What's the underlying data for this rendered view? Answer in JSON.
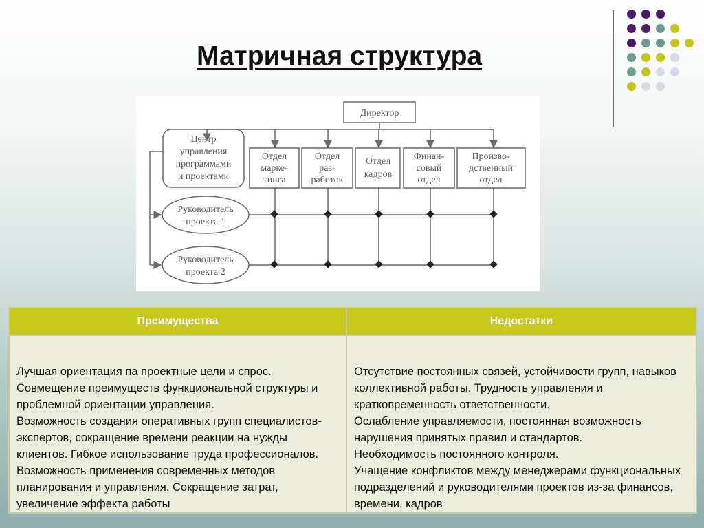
{
  "slide": {
    "title": "Матричная структура"
  },
  "decoration": {
    "dot_colors": {
      "purple": "#4b1a6b",
      "teal": "#6e9b96",
      "lime": "#c4c41c",
      "lavender": "#d8d8e6"
    }
  },
  "diagram": {
    "director": "Директор",
    "center": [
      "Центр",
      "управления",
      "программами",
      "и проектами"
    ],
    "departments": [
      {
        "lines": [
          "Отдел",
          "марке-",
          "тинга"
        ]
      },
      {
        "lines": [
          "Отдел",
          "раз-",
          "работок"
        ]
      },
      {
        "lines": [
          "Отдел",
          "кадров"
        ]
      },
      {
        "lines": [
          "Финан-",
          "совый",
          "отдел"
        ]
      },
      {
        "lines": [
          "Произво-",
          "дственный",
          "отдел"
        ]
      }
    ],
    "managers": [
      {
        "lines": [
          "Руководитель",
          "проекта 1"
        ]
      },
      {
        "lines": [
          "Руководитель",
          "проекта 2"
        ]
      }
    ]
  },
  "table": {
    "headers": {
      "advantages": "Преимущества",
      "disadvantages": "Недостатки"
    },
    "advantages": [
      "Лучшая ориентация па проектные цели и спрос.",
      "Совмещение преимуществ функциональной структуры и проблемной ориентации управления.",
      "Возможность создания оперативных групп специалистов-экспертов, сокращение времени реакции на нужды клиентов. Гибкое использование труда профессионалов.",
      "Возможность применения современных методов планирования и управления. Сокращение затрат, увеличение эффекта работы"
    ],
    "disadvantages": [
      "Отсутствие постоянных связей, устойчивости групп, навыков коллективной работы. Трудность управления и кратковременность ответственности.",
      "Ослабление управляемости, постоянная возможность нарушения принятых правил и стандартов.",
      "Необходимость постоянного контроля.",
      "Учащение конфликтов между менеджерами функциональных подразделений и руководителями проектов из-за финансов, времени, кадров"
    ]
  }
}
